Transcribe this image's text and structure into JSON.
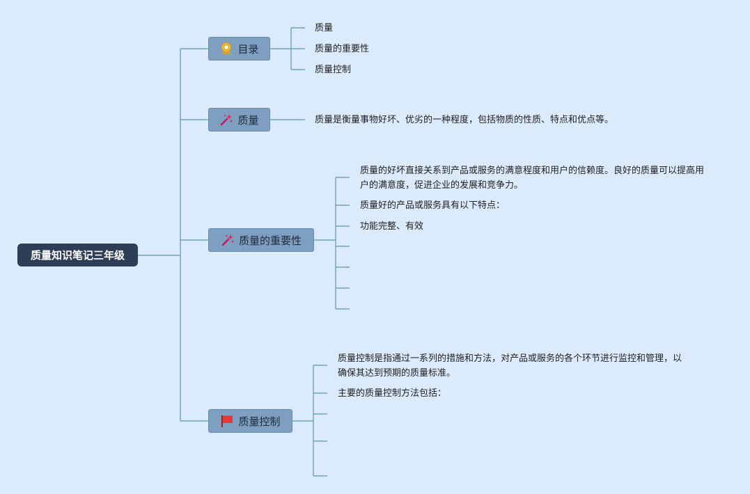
{
  "root": {
    "label": "质量知识笔记三年级"
  },
  "topics": [
    {
      "label": "目录",
      "icon": "award-ribbon-icon"
    },
    {
      "label": "质量",
      "icon": "magic-wand-sparkle-icon"
    },
    {
      "label": "质量的重要性",
      "icon": "magic-wand-sparkle-icon"
    },
    {
      "label": "质量控制",
      "icon": "red-flag-icon"
    }
  ],
  "toc": [
    "质量",
    "质量的重要性",
    "质量控制"
  ],
  "definition": "质量是衡量事物好坏、优劣的一种程度，包括物质的性质、特点和优点等。",
  "importance": [
    "质量的好坏直接关系到产品或服务的满意程度和用户的信赖度。良好的质量可以提高用户的满意度，促进企业的发展和竞争力。",
    "质量好的产品或服务具有以下特点：",
    "功能完整、有效"
  ],
  "control": [
    "质量控制是指通过一系列的措施和方法，对产品或服务的各个环节进行监控和管理，以确保其达到预期的质量标准。",
    "主要的质量控制方法包括："
  ],
  "colors": {
    "background": "#dbeafc",
    "root": "#2e3e56",
    "topic": "#7f9fc0",
    "connector": "#5b9a9b"
  }
}
